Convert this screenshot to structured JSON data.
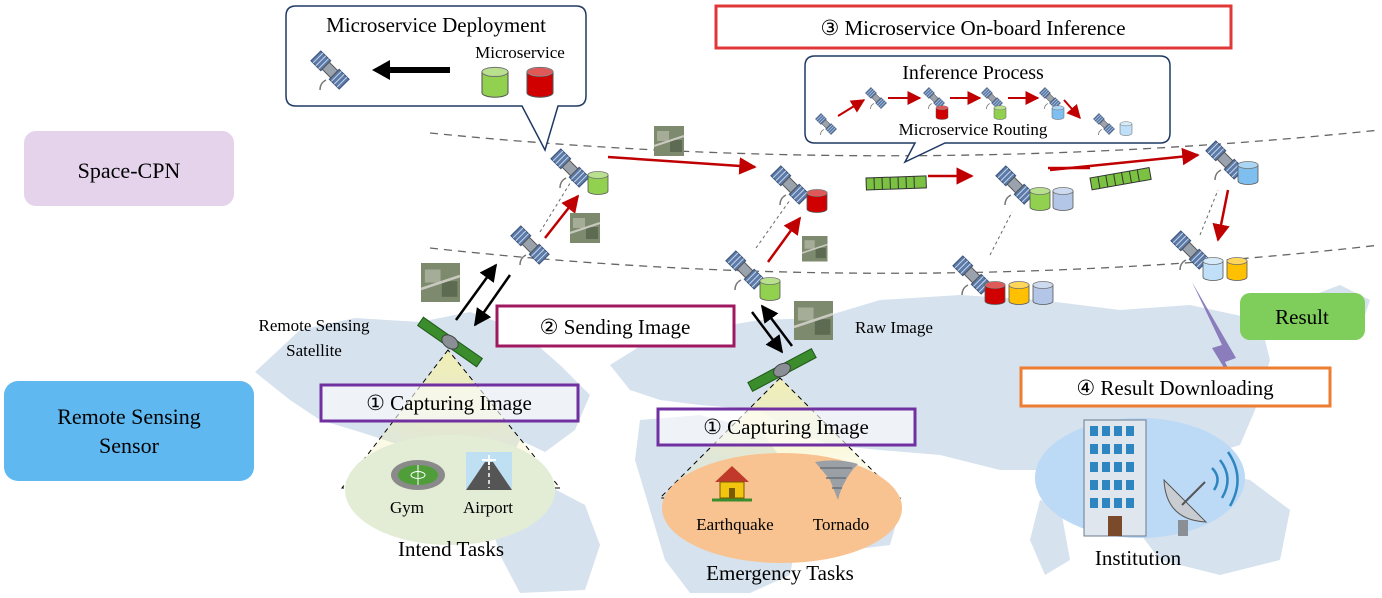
{
  "layers": {
    "space_cpn": "Space-CPN",
    "remote_sensing_sensor_line1": "Remote Sensing",
    "remote_sensing_sensor_line2": "Sensor",
    "result": "Result"
  },
  "steps": {
    "capturing_left": "① Capturing Image",
    "capturing_right": "① Capturing Image",
    "sending": "② Sending Image",
    "inference": "③ Microservice On-board Inference",
    "downloading": "④ Result Downloading"
  },
  "callouts": {
    "deployment_title": "Microservice Deployment",
    "deployment_sub": "Microservice",
    "inference_title": "Inference Process",
    "inference_sub": "Microservice Routing"
  },
  "labels": {
    "rs_satellite_line1": "Remote Sensing",
    "rs_satellite_line2": "Satellite",
    "raw_image": "Raw Image",
    "gym": "Gym",
    "airport": "Airport",
    "intend_tasks": "Intend Tasks",
    "earthquake": "Earthquake",
    "tornado": "Tornado",
    "emergency_tasks": "Emergency Tasks",
    "institution": "Institution"
  },
  "colors": {
    "space_cpn_box": "#e4d3ea",
    "sensor_box": "#5fb8f0",
    "result_box": "#7fcd5a",
    "intend_ellipse": "#e3edd6",
    "emergency_ellipse": "#f8c391",
    "institution_ellipse": "#bcd9f5",
    "arrow_red": "#c00000",
    "cyl_green": "#92d050",
    "cyl_red": "#d00000",
    "cyl_blue": "#7fbff0",
    "cyl_yellow": "#ffc000",
    "cyl_lavender": "#b4c6e7",
    "step1_border": "#7030a0",
    "step2_border": "#a01860",
    "step3_border": "#e03838",
    "step4_border": "#ed7d31"
  }
}
